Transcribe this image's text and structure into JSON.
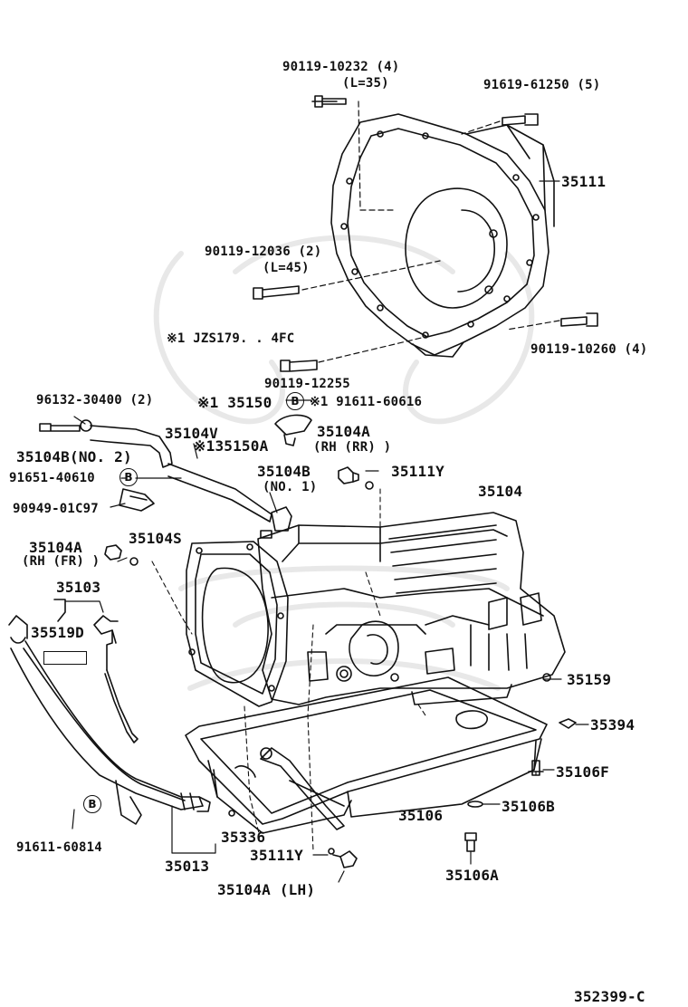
{
  "diagram_id": "352399-C",
  "note": "※1  JZS179. . 4FC",
  "circle_marker": "B",
  "labels": {
    "p90119_10232": "90119-10232 (4)",
    "p90119_10232_len": "(L=35)",
    "p91619_61250": "91619-61250 (5)",
    "p35111": "35111",
    "p90119_12036": "90119-12036 (2)",
    "p90119_12036_len": "(L=45)",
    "p90119_10260": "90119-10260 (4)",
    "p90119_12255": "90119-12255",
    "p96132_30400": "96132-30400 (2)",
    "p35150": "※1 35150",
    "p91611_60616": "※1 91611-60616",
    "p35104B_no2": "35104B(NO. 2)",
    "p35104V": "35104V",
    "p135150A": "※135150A",
    "p35104A_rr": "35104A",
    "p35104A_rr_sub": "(RH (RR) )",
    "p91651_40610": "91651-40610",
    "p35104B_no1": "35104B",
    "p35104B_no1_sub": "(NO. 1)",
    "p35111Y_top": "35111Y",
    "p90949_01C97": "90949-01C97",
    "p35104": "35104",
    "p35104S": "35104S",
    "p35104A_fr": "35104A",
    "p35104A_fr_sub": "(RH (FR) )",
    "p35103": "35103",
    "p35519D": "35519D",
    "p35159": "35159",
    "p35394": "35394",
    "p35106F": "35106F",
    "p35106B": "35106B",
    "p35106": "35106",
    "p91611_60814": "91611-60814",
    "p35336": "35336",
    "p35111Y_bot": "35111Y",
    "p35013": "35013",
    "p35106A": "35106A",
    "p35104A_lh": "35104A (LH)"
  }
}
